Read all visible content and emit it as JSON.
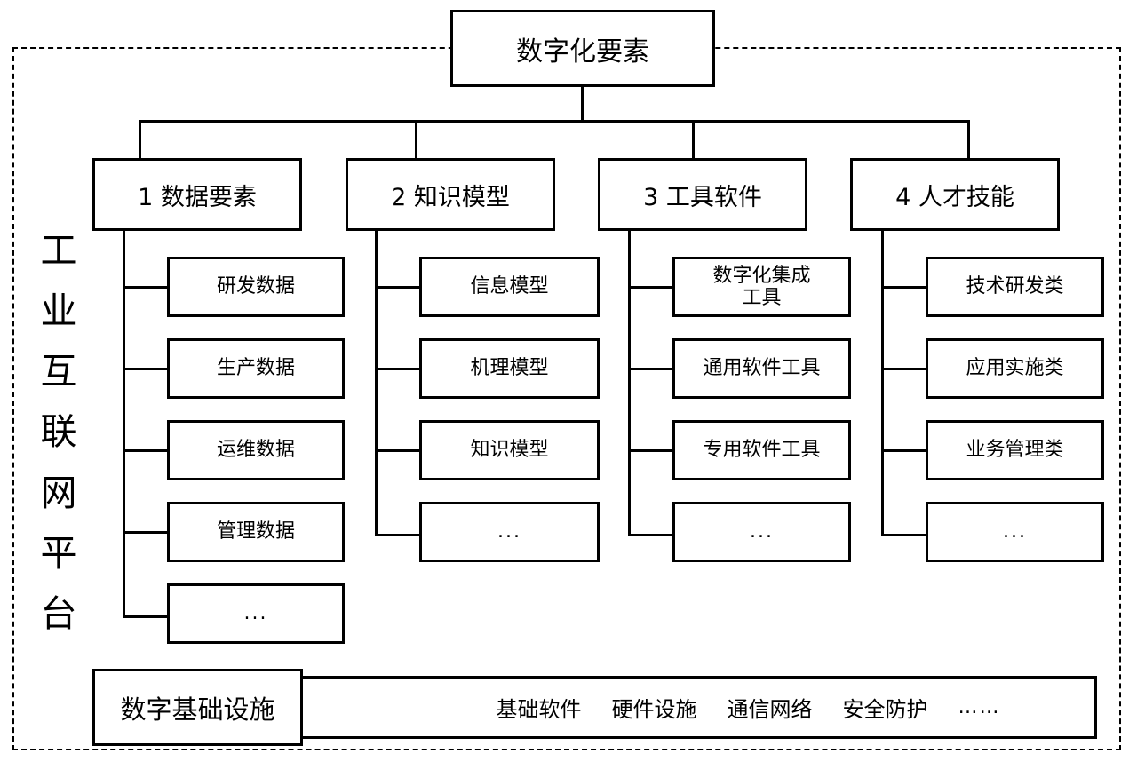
{
  "diagram": {
    "root": {
      "label": "数字化要素"
    },
    "platform_label": "工业互联网平台",
    "platform_label_chars": [
      "工",
      "业",
      "互",
      "联",
      "网",
      "平",
      "台"
    ],
    "categories": [
      {
        "label": "1 数据要素",
        "children": [
          {
            "label": "研发数据"
          },
          {
            "label": "生产数据"
          },
          {
            "label": "运维数据"
          },
          {
            "label": "管理数据"
          },
          {
            "label": "..."
          }
        ]
      },
      {
        "label": "2 知识模型",
        "children": [
          {
            "label": "信息模型"
          },
          {
            "label": "机理模型"
          },
          {
            "label": "知识模型"
          },
          {
            "label": "..."
          }
        ]
      },
      {
        "label": "3 工具软件",
        "children": [
          {
            "label": "数字化集成\n工具"
          },
          {
            "label": "通用软件工具"
          },
          {
            "label": "专用软件工具"
          },
          {
            "label": "..."
          }
        ]
      },
      {
        "label": "4 人才技能",
        "children": [
          {
            "label": "技术研发类"
          },
          {
            "label": "应用实施类"
          },
          {
            "label": "业务管理类"
          },
          {
            "label": "..."
          }
        ]
      }
    ],
    "infrastructure": {
      "label": "数字基础设施",
      "items": [
        "基础软件",
        "硬件设施",
        "通信网络",
        "安全防护",
        "……"
      ]
    },
    "colors": {
      "line": "#000000",
      "box_fill": "#ffffff",
      "text": "#000000",
      "frame_dashed": "#000000"
    }
  }
}
